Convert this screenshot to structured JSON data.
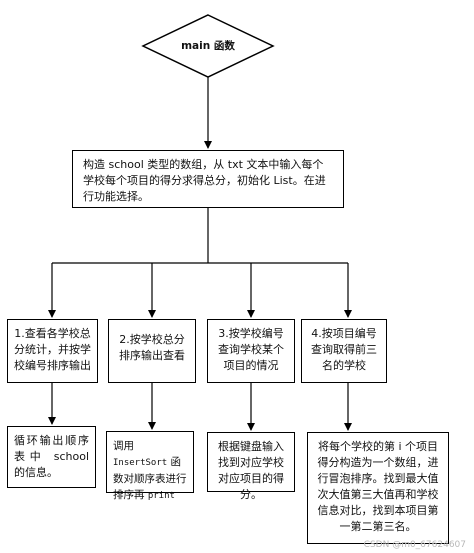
{
  "diagram": {
    "main": "main 函数",
    "struct_box": "构造 school 类型的数组，从 txt 文本中输入每个学校每个项目的得分求得总分，初始化 List。在进行功能选择。",
    "options": [
      "1.查看各学校总分统计，并按学校编号排序输出",
      "2.按学校总分排序输出查看",
      "3.按学校编号查询学校某个项目的情况",
      "4.按项目编号查询取得前三名的学校"
    ],
    "results": [
      "循环输出顺序表中 school 的信息。",
      {
        "pre": "调用",
        "fn1": "InsertSort",
        "mid": "函数对顺序表进行排序再",
        "fn2": "print"
      },
      "根据键盘输入找到对应学校对应项目的得分。",
      "将每个学校的第 i 个项目得分构造为一个数组，进行冒泡排序。找到最大值次大值第三大值再和学校信息对比，找到本项目第一第二第三名。"
    ]
  },
  "watermark": "CSDN @m0_67624607"
}
